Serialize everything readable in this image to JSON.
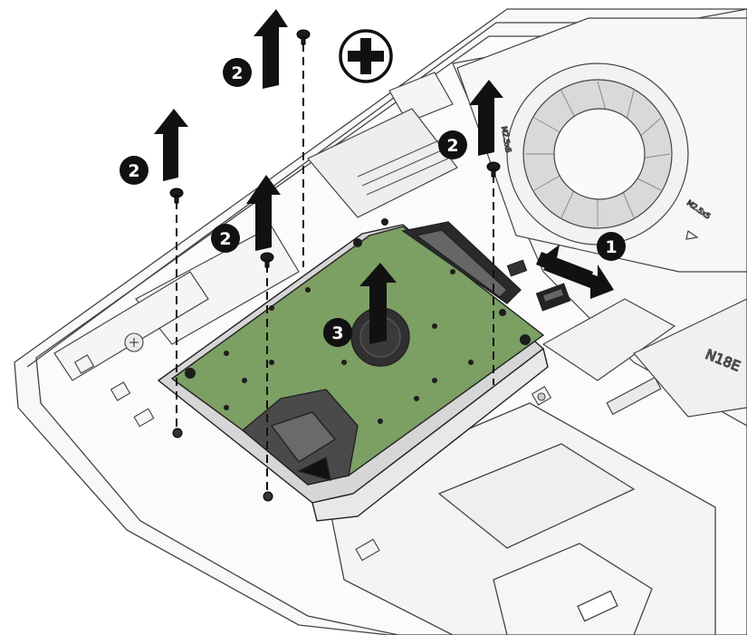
{
  "diagram": {
    "callouts": [
      {
        "id": "c1",
        "label": "1"
      },
      {
        "id": "c2a",
        "label": "2"
      },
      {
        "id": "c2b",
        "label": "2"
      },
      {
        "id": "c2c",
        "label": "2"
      },
      {
        "id": "c2d",
        "label": "2"
      },
      {
        "id": "c3",
        "label": "3"
      }
    ],
    "engravings": {
      "screw_spec": "M2.5x5",
      "fan_spec": "M2.5x5",
      "panel_code": "N18E"
    },
    "icons": [
      "phillips-screwdriver-icon",
      "up-arrow-icon",
      "left-arrow-icon",
      "screw-icon"
    ],
    "colors": {
      "pcb_green": "#7c9f64",
      "line": "#222222",
      "chassis": "#f7f7f7",
      "callout_fill": "#111111"
    }
  }
}
